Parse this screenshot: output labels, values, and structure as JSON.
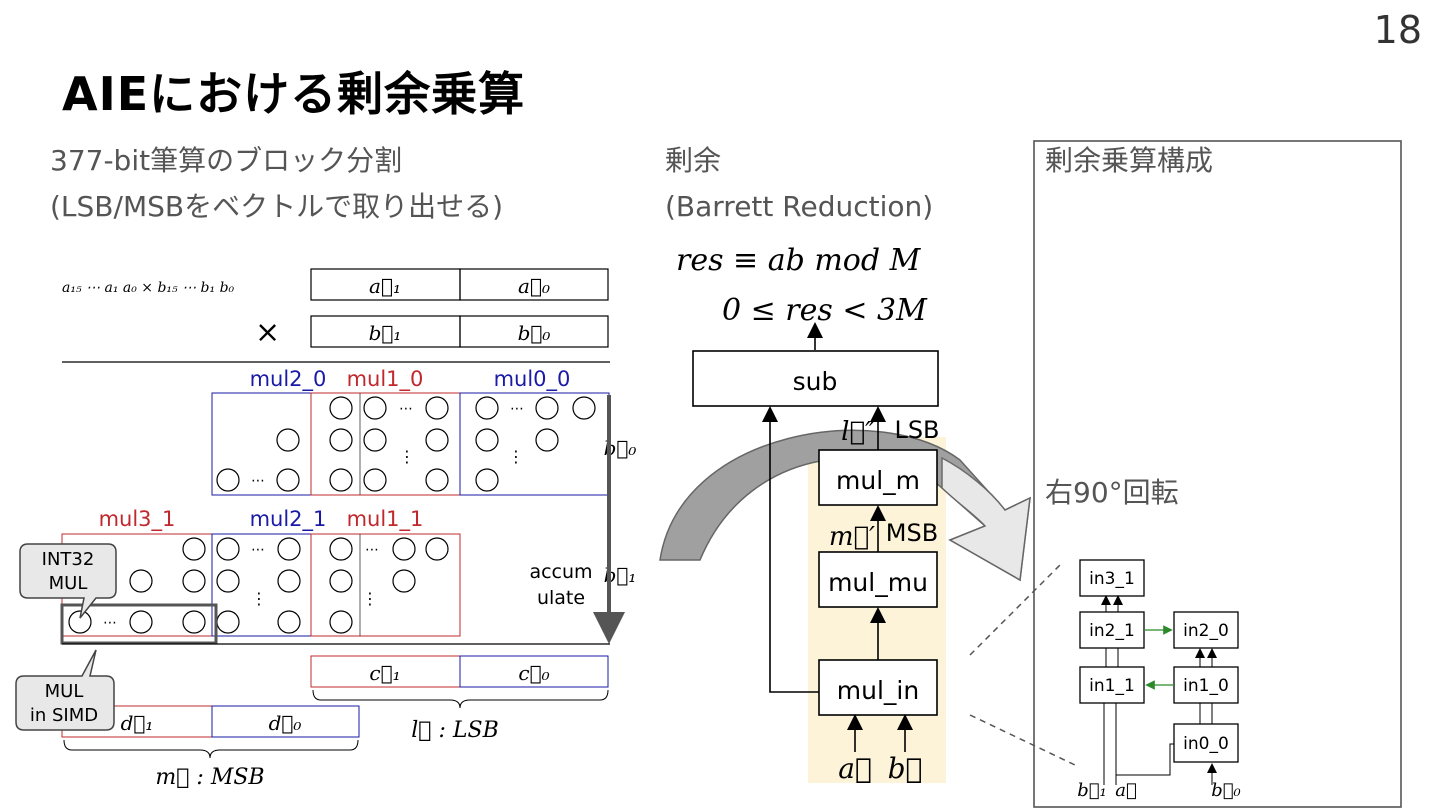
{
  "slide": {
    "page_number": "18",
    "title": "AIEにおける剰余乗算"
  },
  "left": {
    "heading_line1": "377-bit筆算のブロック分割",
    "heading_line2": "(LSB/MSBをベクトルで取り出せる)",
    "expr": "a₁₅ ⋯ a₁ a₀ × b₁₅ ⋯ b₁ b₀",
    "a_blocks": [
      "a⃗₁",
      "a⃗₀"
    ],
    "times": "×",
    "b_blocks": [
      "b⃗₁",
      "b⃗₀"
    ],
    "row0_labels": [
      "mul2_0",
      "mul1_0",
      "mul0_0"
    ],
    "row1_labels": [
      "mul3_1",
      "mul2_1",
      "mul1_1"
    ],
    "b0_label": "b⃗₀",
    "b1_label": "b⃗₁",
    "accumulate_line1": "accum",
    "accumulate_line2": "ulate",
    "c_blocks": [
      "c⃗₁",
      "c⃗₀"
    ],
    "d_blocks": [
      "d⃗₁",
      "d⃗₀"
    ],
    "l_label": "l⃗ : LSB",
    "m_label": "m⃗ : MSB",
    "callout_int32_line1": "INT32",
    "callout_int32_line2": "MUL",
    "callout_simd_line1": "MUL",
    "callout_simd_line2": "in SIMD",
    "ellipsis": "⋯",
    "vdots": "⋮"
  },
  "middle": {
    "heading_line1": "剰余",
    "heading_line2": "(Barrett Reduction)",
    "formula1": "res ≡ ab   mod  M",
    "formula2": "0 ≤ res < 3M",
    "blocks": [
      "sub",
      "mul_m",
      "mul_mu",
      "mul_in"
    ],
    "l_pp_label": "l⃗″",
    "lsb_label": "LSB",
    "m_p_label": "m⃗′",
    "msb_label": "MSB",
    "input_a": "a⃗",
    "input_b": "b⃗"
  },
  "right": {
    "heading": "剰余乗算構成",
    "rotate_label": "右90°回転",
    "blocks": [
      "in3_1",
      "in2_1",
      "in2_0",
      "in1_1",
      "in1_0",
      "in0_0"
    ],
    "input_b1": "b⃗₁",
    "input_a": "a⃗",
    "input_b0": "b⃗₀"
  },
  "colors": {
    "red": "#c0282d",
    "blue": "#1a1aa6",
    "highlight": "#fdf3d8",
    "gray": "#555555",
    "green": "#2a8a2a"
  }
}
